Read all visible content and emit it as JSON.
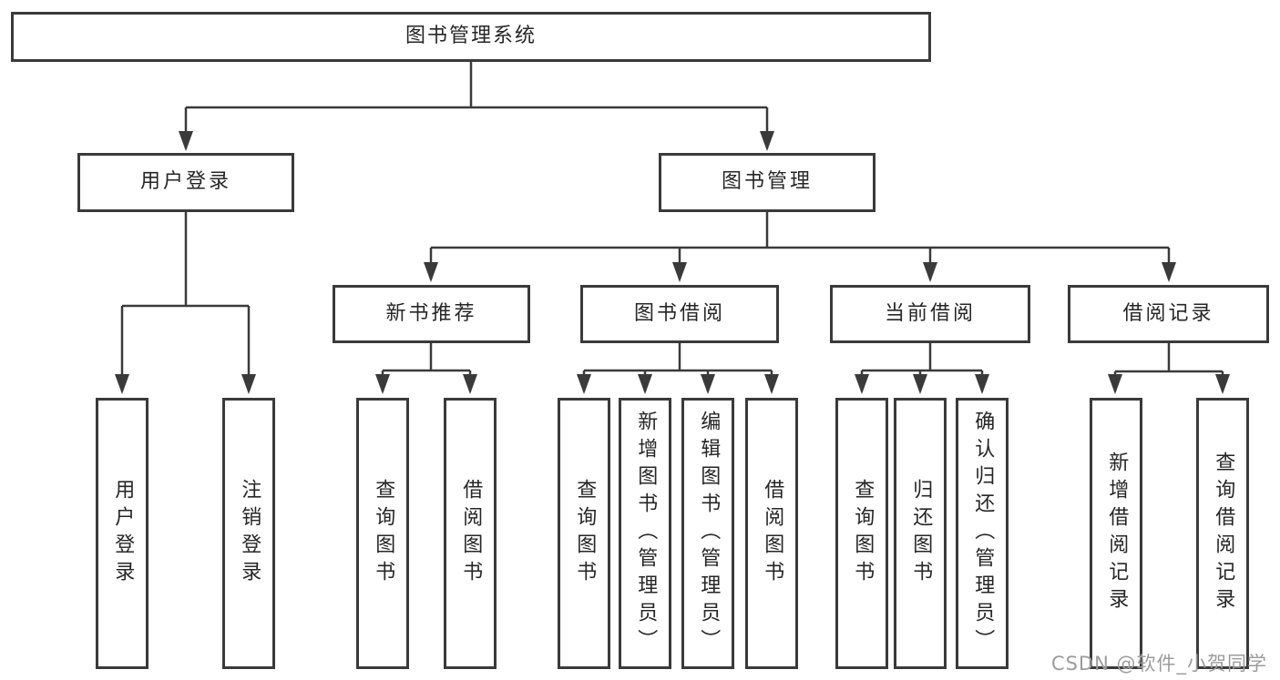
{
  "diagram": {
    "type": "hierarchy-tree",
    "watermark": "CSDN @软件_小贺同学",
    "colors": {
      "line": "#3a3a3a",
      "box_border": "#3a3a3a",
      "box_fill": "#ffffff",
      "text": "#262626",
      "watermark": "#9c9c9c"
    },
    "nodes": {
      "root": {
        "label": "图书管理系统",
        "children": [
          "user_login",
          "book_mgmt"
        ]
      },
      "user_login": {
        "label": "用户登录",
        "children": [
          "login",
          "logout"
        ]
      },
      "book_mgmt": {
        "label": "图书管理",
        "children": [
          "new_book_rec",
          "book_borrowing",
          "current_borrowing",
          "borrowing_records"
        ]
      },
      "new_book_rec": {
        "label": "新书推荐",
        "children": [
          "rec_query_books",
          "rec_borrow_books"
        ]
      },
      "book_borrowing": {
        "label": "图书借阅",
        "children": [
          "bor_query_books",
          "bor_add_books",
          "bor_edit_books",
          "bor_borrow_books"
        ]
      },
      "current_borrowing": {
        "label": "当前借阅",
        "children": [
          "cur_query_books",
          "cur_return_books",
          "cur_confirm_return"
        ]
      },
      "borrowing_records": {
        "label": "借阅记录",
        "children": [
          "rb_add_record",
          "rb_query_record"
        ]
      },
      "login": {
        "label": "用户登录"
      },
      "logout": {
        "label": "注销登录"
      },
      "rec_query_books": {
        "label": "查询图书"
      },
      "rec_borrow_books": {
        "label": "借阅图书"
      },
      "bor_query_books": {
        "label": "查询图书"
      },
      "bor_add_books": {
        "label": "新增图书（管理员）"
      },
      "bor_edit_books": {
        "label": "编辑图书（管理员）"
      },
      "bor_borrow_books": {
        "label": "借阅图书"
      },
      "cur_query_books": {
        "label": "查询图书"
      },
      "cur_return_books": {
        "label": "归还图书"
      },
      "cur_confirm_return": {
        "label": "确认归还（管理员）"
      },
      "rb_add_record": {
        "label": "新增借阅记录"
      },
      "rb_query_record": {
        "label": "查询借阅记录"
      }
    }
  }
}
